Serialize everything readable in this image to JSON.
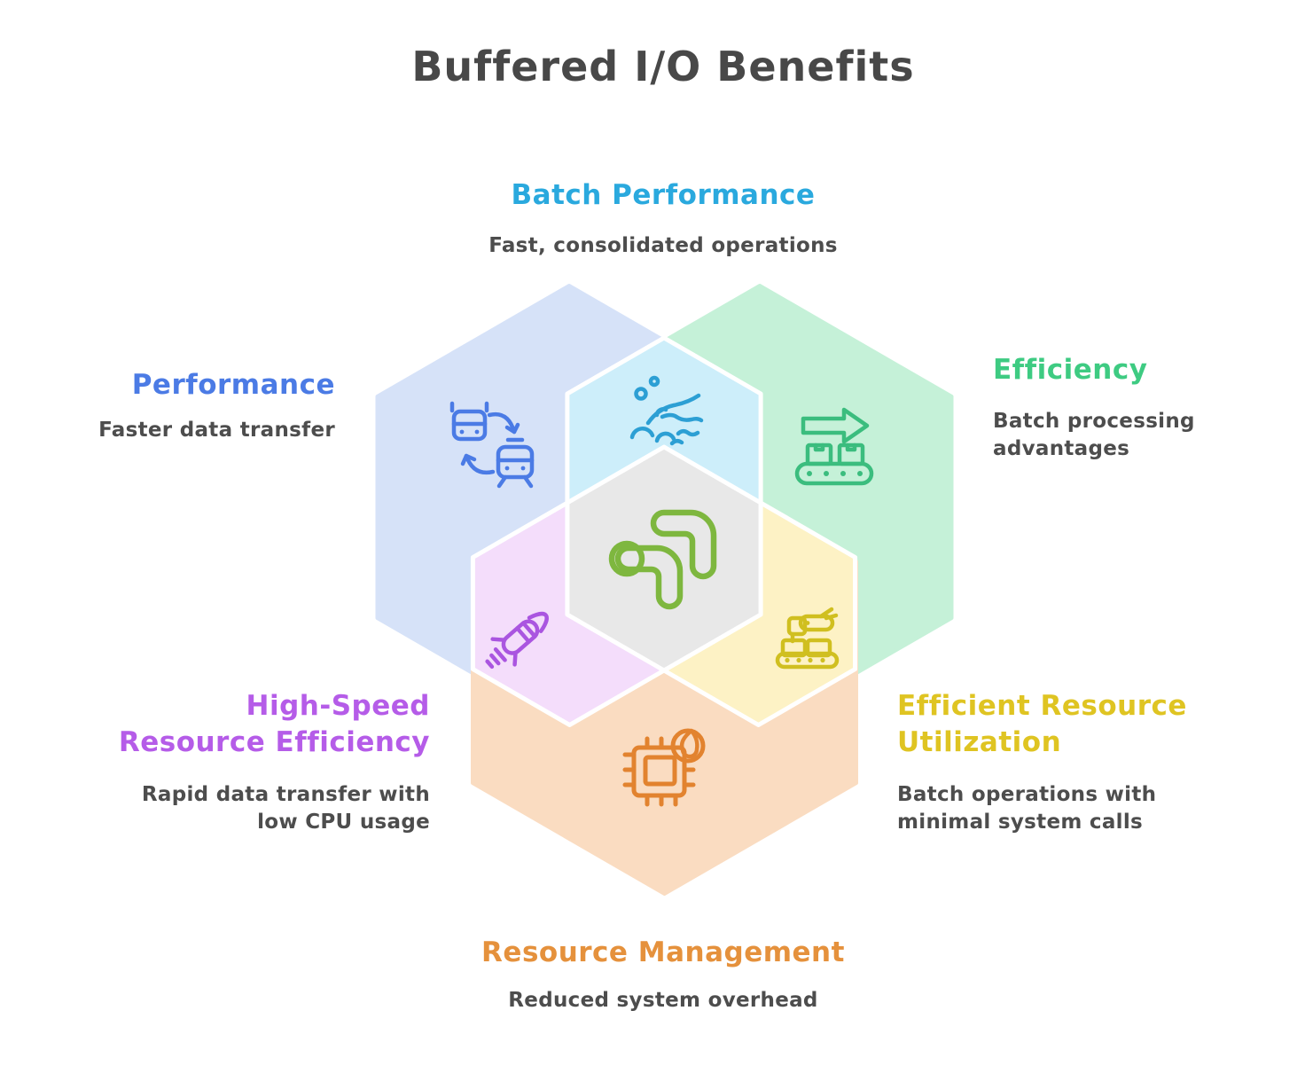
{
  "title": "Buffered I/O Benefits",
  "colors": {
    "title_text": "#484848",
    "body_text": "#4d4d4d",
    "hex_border": "#ffffff",
    "performance": {
      "fill": "#d6e2f8",
      "accent": "#4b7be5"
    },
    "efficiency": {
      "fill": "#c5f1d8",
      "accent": "#3ecb82",
      "icon": "#3bbd7e"
    },
    "batch_performance": {
      "fill": "#cdeefa",
      "accent": "#2aa9de",
      "icon": "#2c9fd4"
    },
    "high_speed": {
      "fill": "#f4ddfb",
      "accent": "#b55ce8",
      "icon": "#aa55e0"
    },
    "efficient_utilization": {
      "fill": "#fdf2c5",
      "accent": "#dfc422",
      "icon": "#d0bf20"
    },
    "resource_management": {
      "fill": "#fadcc1",
      "accent": "#e5913c",
      "icon": "#e2832f"
    },
    "core": {
      "fill": "#e8e8e8",
      "icon": "#7eb73f"
    }
  },
  "sections": {
    "batch_performance": {
      "label": "Batch Performance",
      "description": "Fast, consolidated operations",
      "icon": "swimmer-icon"
    },
    "performance": {
      "label": "Performance",
      "description": "Faster data transfer",
      "icon": "vehicle-transfer-icon"
    },
    "efficiency": {
      "label": "Efficiency",
      "description_line1": "Batch processing",
      "description_line2": "advantages",
      "icon": "conveyor-arrow-icon"
    },
    "high_speed": {
      "label_line1": "High-Speed",
      "label_line2": "Resource Efficiency",
      "description_line1": "Rapid data transfer with",
      "description_line2": "low CPU usage",
      "icon": "rocket-icon"
    },
    "efficient_utilization": {
      "label_line1": "Efficient Resource",
      "label_line2": "Utilization",
      "description_line1": "Batch operations with",
      "description_line2": "minimal system calls",
      "icon": "robot-conveyor-icon"
    },
    "resource_management": {
      "label": "Resource Management",
      "description": "Reduced system overhead",
      "icon": "cpu-flame-icon"
    },
    "core": {
      "icon": "elbow-arrows-logo"
    }
  }
}
